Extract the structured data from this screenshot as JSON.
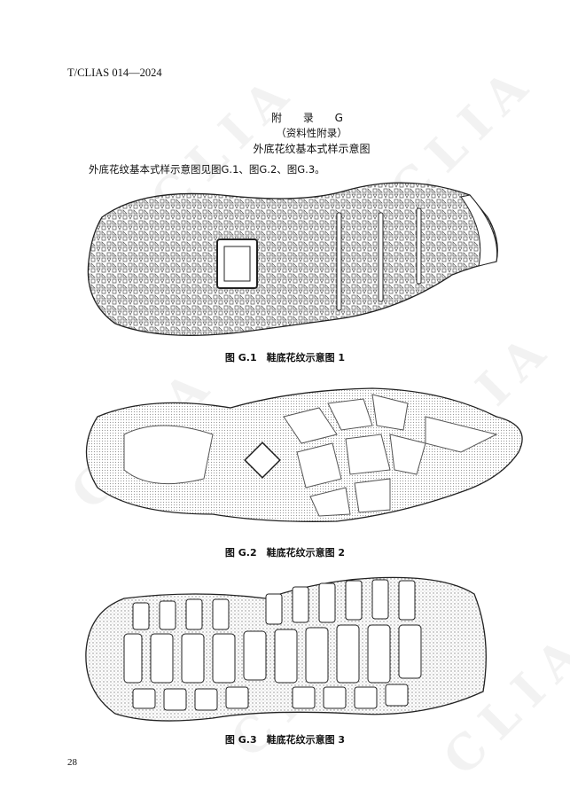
{
  "header": {
    "standard_no": "T/CLIAS 014—2024"
  },
  "appendix": {
    "title": "附 录 G",
    "type": "（资料性附录）",
    "subtitle": "外底花纹基本式样示意图"
  },
  "body_text": "外底花纹基本式样示意图见图G.1、图G.2、图G.3。",
  "figures": [
    {
      "caption": "图 G.1　鞋底花纹示意图 1"
    },
    {
      "caption": "图 G.2　鞋底花纹示意图 2"
    },
    {
      "caption": "图 G.3　鞋底花纹示意图 3"
    }
  ],
  "watermark": "CLIA",
  "page_number": "28"
}
